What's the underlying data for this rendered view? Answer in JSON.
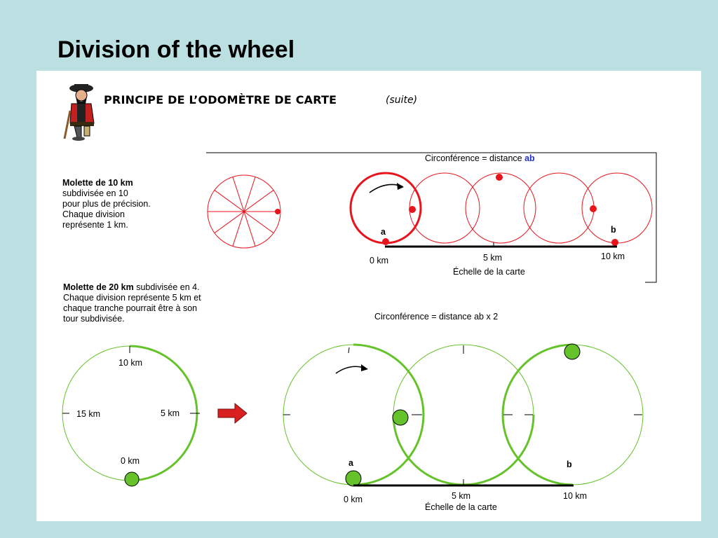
{
  "slide": {
    "title": "Division of the wheel"
  },
  "header": {
    "title": "PRINCIPE DE L’ODOMÈTRE DE CARTE",
    "suite": "(suite)",
    "mascot": "pirate-icon"
  },
  "section10": {
    "title_bold": "Molette de 10 km",
    "description": [
      "subdivisée en 10",
      "pour plus de précision.",
      "Chaque division",
      "représente 1 km."
    ],
    "circumference_prefix": "Circonférence = distance ",
    "circumference_ab": "ab",
    "point_a": "a",
    "point_b": "b",
    "km0": "0 km",
    "km5": "5 km",
    "km10": "10 km",
    "scale_label": "Échelle de la carte",
    "color": "#e8141c"
  },
  "section20": {
    "title_bold": "Molette de 20 km",
    "title_rest": " subdivisée en 4.",
    "description": [
      "Chaque division représente 5 km et",
      "chaque tranche pourrait être à son",
      "tour subdivisée."
    ],
    "circumference": "Circonférence = distance ab x 2",
    "wheel_labels": {
      "top": "10 km",
      "left": "15 km",
      "right": "5 km",
      "bottom": "0 km"
    },
    "point_a": "a",
    "point_b": "b",
    "km0": "0 km",
    "km5": "5 km",
    "km10": "10 km",
    "scale_label": "Échelle de la carte",
    "color": "#66c22a",
    "arrow_color": "#d92020"
  }
}
